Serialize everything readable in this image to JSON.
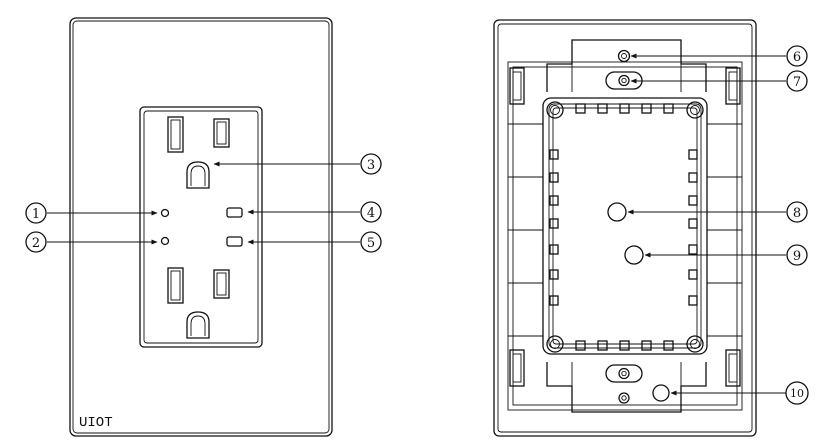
{
  "front_view": {
    "brand_label": "UIOT",
    "callouts": [
      {
        "number": "1"
      },
      {
        "number": "2"
      },
      {
        "number": "3"
      },
      {
        "number": "4"
      },
      {
        "number": "5"
      }
    ]
  },
  "back_view": {
    "callouts": [
      {
        "number": "6"
      },
      {
        "number": "7"
      },
      {
        "number": "8"
      },
      {
        "number": "9"
      },
      {
        "number": "10"
      }
    ]
  }
}
